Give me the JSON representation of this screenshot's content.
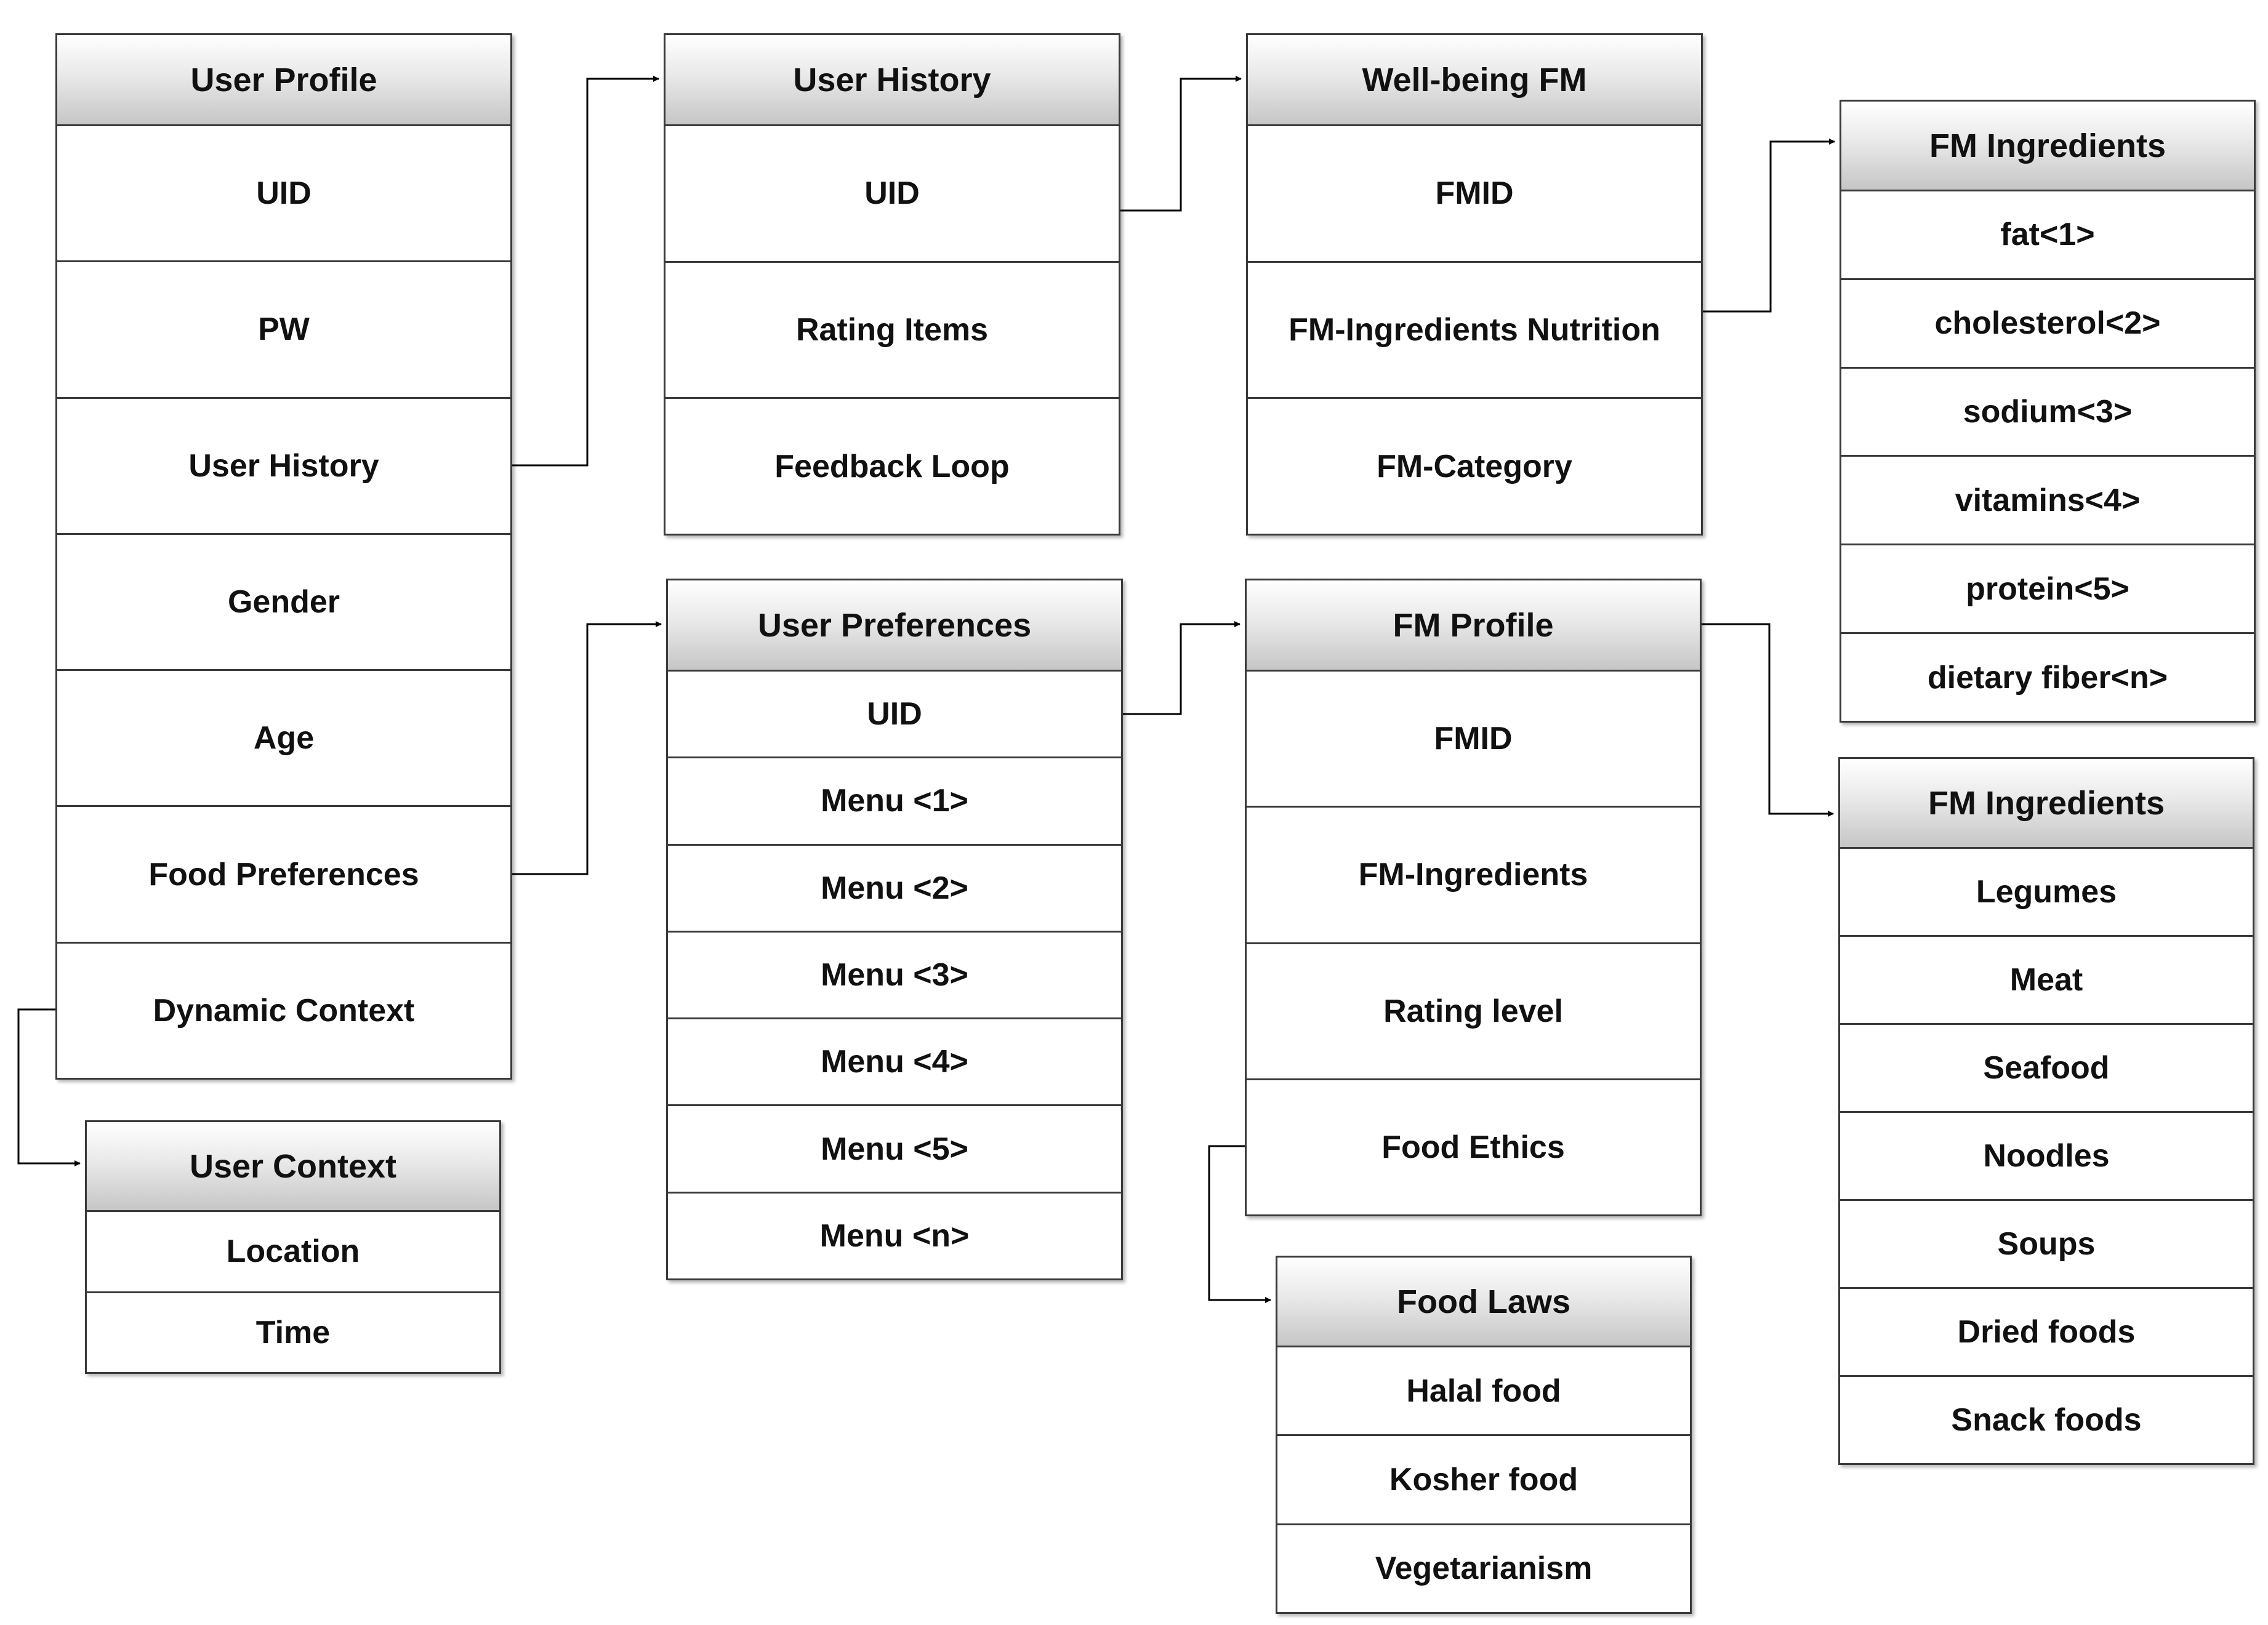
{
  "tables": {
    "user_profile": {
      "title": "User Profile",
      "rows": [
        "UID",
        "PW",
        "User History",
        "Gender",
        "Age",
        "Food Preferences",
        "Dynamic Context"
      ]
    },
    "user_history": {
      "title": "User History",
      "rows": [
        "UID",
        "Rating Items",
        "Feedback Loop"
      ]
    },
    "wellbeing_fm": {
      "title": "Well-being FM",
      "rows": [
        "FMID",
        "FM-Ingredients Nutrition",
        "FM-Category"
      ]
    },
    "fm_ingredients_nutrients": {
      "title": "FM Ingredients",
      "rows": [
        "fat<1>",
        "cholesterol<2>",
        "sodium<3>",
        "vitamins<4>",
        "protein<5>",
        "dietary fiber<n>"
      ]
    },
    "user_preferences": {
      "title": "User Preferences",
      "rows": [
        "UID",
        "Menu <1>",
        "Menu <2>",
        "Menu <3>",
        "Menu <4>",
        "Menu <5>",
        "Menu <n>"
      ]
    },
    "fm_profile": {
      "title": "FM Profile",
      "rows": [
        "FMID",
        "FM-Ingredients",
        "Rating level",
        "Food Ethics"
      ]
    },
    "fm_ingredients_foods": {
      "title": "FM Ingredients",
      "rows": [
        "Legumes",
        "Meat",
        "Seafood",
        "Noodles",
        "Soups",
        "Dried foods",
        "Snack foods"
      ]
    },
    "user_context": {
      "title": "User Context",
      "rows": [
        "Location",
        "Time"
      ]
    },
    "food_laws": {
      "title": "Food Laws",
      "rows": [
        "Halal food",
        "Kosher food",
        "Vegetarianism"
      ]
    }
  }
}
